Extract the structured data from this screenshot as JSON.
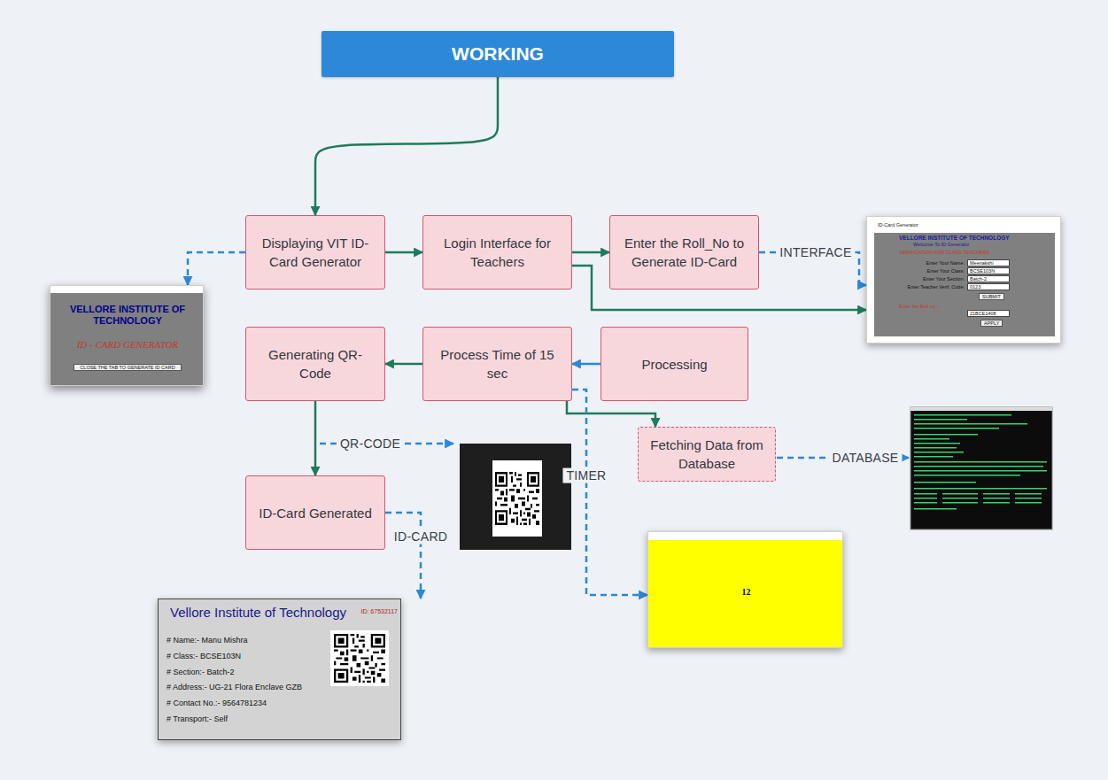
{
  "diagram": {
    "nodes": [
      {
        "text": [
          "WORKING"
        ]
      },
      {
        "text": [
          "Displaying VIT ID-Card Generator"
        ]
      },
      {
        "text": [
          "Login Interface for Teachers"
        ]
      },
      {
        "text": [
          "Enter the Roll_No to Generate ID-Card"
        ]
      },
      {
        "text": [
          "ID-Card Generator",
          "VELLORE INSTITUTE OF TECHNOLOGY",
          "Welcome To ID Generator",
          "VERIFICATION FOR CLASS TEACHERS",
          "Enter Your Name:",
          "Meenakshi",
          "Enter Your Class:",
          "BCSE103N",
          "Enter Your Section:",
          "Batch-2",
          "Enter Teacher Verif. Code:",
          "0123",
          "SUBMIT",
          "Enter the Roll no :-",
          "21BCE1408",
          "APPLY"
        ]
      },
      {
        "text": [
          "VELLORE INSTITUTE OF TECHNOLOGY",
          "ID - CARD GENERATOR",
          "CLOSE THE TAB TO GENERATE ID CARD"
        ]
      },
      {
        "text": [
          "Generating QR-Code"
        ]
      },
      {
        "text": [
          "Process Time of 15 sec"
        ]
      },
      {
        "text": [
          "Processing"
        ]
      },
      {
        "text": [
          "Fetching Data from Database"
        ]
      },
      {
        "text": [
          "ID-Card Generated"
        ]
      },
      {
        "text": [
          "12"
        ]
      },
      {
        "text": [
          "Vellore Institute of Technology",
          "ID: 67532117",
          "# Name:- Manu Mishra",
          "# Class:- BCSE103N",
          "# Section:- Batch-2",
          "# Address:- UG-21 Flora Enclave GZB",
          "# Contact No.:- 9564781234",
          "# Transport:- Self"
        ]
      }
    ],
    "edges": [
      {
        "from": 0,
        "to": 1,
        "arrow": "to"
      },
      {
        "from": 1,
        "to": 2,
        "arrow": "to"
      },
      {
        "from": 2,
        "to": 3,
        "arrow": "to"
      },
      {
        "from": 2,
        "to": 4,
        "arrow": "to"
      },
      {
        "from": 3,
        "to": 4,
        "label": "INTERFACE",
        "arrow": "to"
      },
      {
        "from": 1,
        "to": 5,
        "arrow": "to"
      },
      {
        "from": 8,
        "to": 7,
        "arrow": "to"
      },
      {
        "from": 7,
        "to": 9,
        "arrow": "to"
      },
      {
        "from": 7,
        "to": 6,
        "arrow": "to"
      },
      {
        "from": 6,
        "to": 10,
        "arrow": "to"
      },
      {
        "from": 10,
        "to": 12,
        "label": "ID-CARD",
        "arrow": "to"
      },
      {
        "from": 7,
        "to": 11,
        "label": "TIMER",
        "arrow": "to"
      }
    ],
    "labels": [
      "QR-CODE",
      "DATABASE"
    ]
  }
}
